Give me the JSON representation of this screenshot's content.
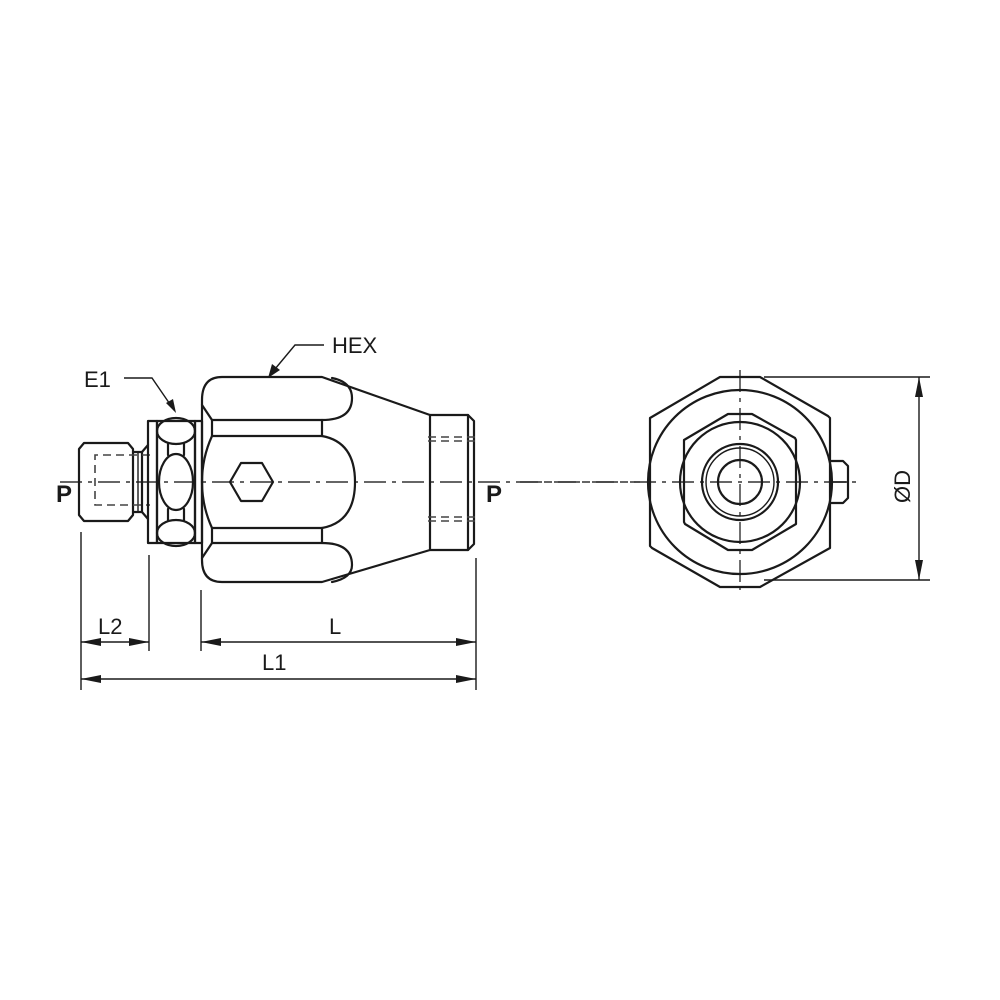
{
  "drawing": {
    "title": "Hose fitting technical drawing",
    "views": [
      "side-view",
      "end-view"
    ],
    "labels": {
      "hex": "HEX",
      "e1": "E1",
      "port_left": "P",
      "port_right": "P",
      "diameter": "ØD"
    },
    "dimensions": {
      "l2": "L2",
      "l": "L",
      "l1": "L1"
    },
    "colors": {
      "line": "#1a1a1a",
      "background": "#ffffff"
    }
  }
}
